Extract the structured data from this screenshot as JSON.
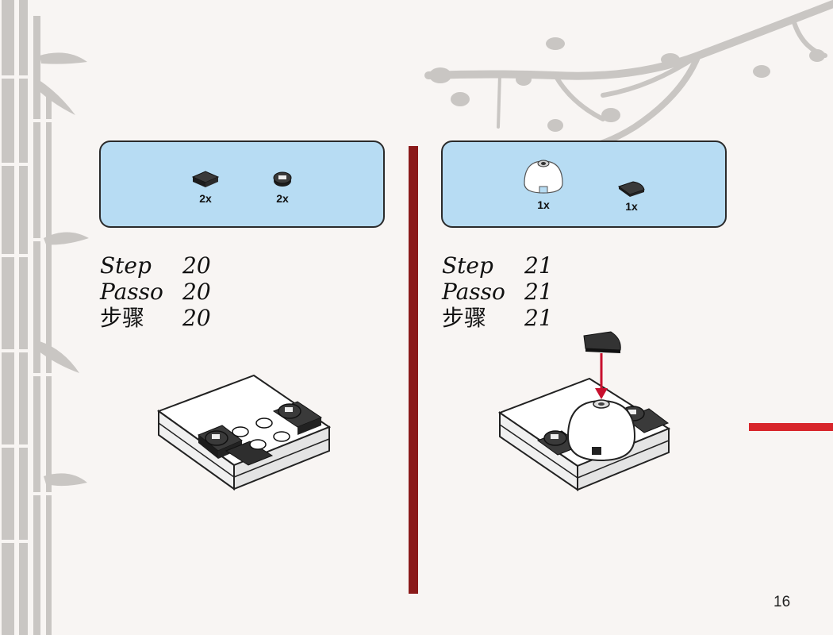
{
  "step20": {
    "parts": [
      {
        "icon": "tile-2x2-black-icon",
        "qty": "2x"
      },
      {
        "icon": "round-tile-1x1-black-icon",
        "qty": "2x"
      }
    ],
    "label_en": "Step",
    "label_it": "Passo",
    "label_zh": "步骤",
    "number": "20"
  },
  "step21": {
    "parts": [
      {
        "icon": "dome-2x2-white-icon",
        "qty": "1x"
      },
      {
        "icon": "quarter-round-tile-black-icon",
        "qty": "1x"
      }
    ],
    "label_en": "Step",
    "label_it": "Passo",
    "label_zh": "步骤",
    "number": "21"
  },
  "page_number": "16",
  "colors": {
    "background": "#f8f5f3",
    "parts_box": "#b7dcf3",
    "divider": "#8b1a1a",
    "accent_red": "#d8262b",
    "bamboo": "#c9c6c3"
  }
}
